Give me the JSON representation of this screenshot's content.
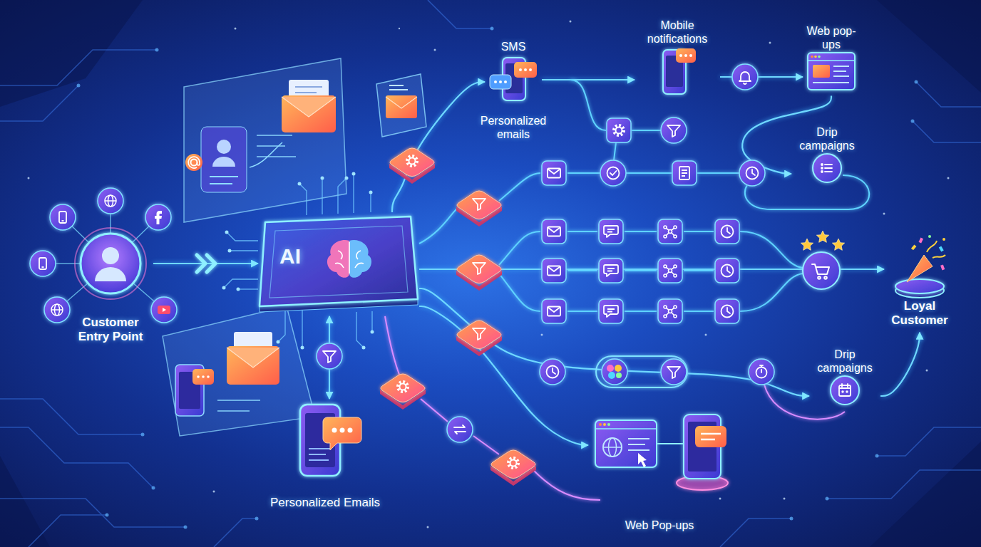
{
  "diagram": {
    "nodes": [
      {
        "text": [
          "Customer Entry Point"
        ]
      },
      {
        "text": [
          "AI"
        ]
      },
      {
        "text": [
          "SMS"
        ]
      },
      {
        "text": [
          "Mobile notifications"
        ]
      },
      {
        "text": [
          "Web pop-ups"
        ]
      },
      {
        "text": [
          "Drip campaigns"
        ]
      },
      {
        "text": [
          "Loyal Customer"
        ]
      },
      {
        "text": [
          "Drip campaigns"
        ]
      },
      {
        "text": [
          "Personalized Emails"
        ]
      },
      {
        "text": [
          "Web Pop-ups"
        ]
      }
    ],
    "edges": [
      {
        "from": 0,
        "to": 1,
        "arrow": "to"
      },
      {
        "from": 1,
        "to": 2,
        "arrow": "to"
      },
      {
        "from": 2,
        "to": 3,
        "arrow": "to"
      },
      {
        "from": 3,
        "to": 4,
        "arrow": "to"
      },
      {
        "from": 4,
        "to": 5,
        "arrow": "to"
      },
      {
        "from": 1,
        "to": 6,
        "arrow": "to"
      },
      {
        "from": 7,
        "to": 6,
        "arrow": "to"
      },
      {
        "from": 1,
        "to": 8,
        "arrow": "both"
      },
      {
        "from": 1,
        "to": 9,
        "arrow": "to"
      },
      {
        "from": 1,
        "to": 7,
        "arrow": "to"
      }
    ],
    "labels": [
      "Personalized emails"
    ]
  }
}
